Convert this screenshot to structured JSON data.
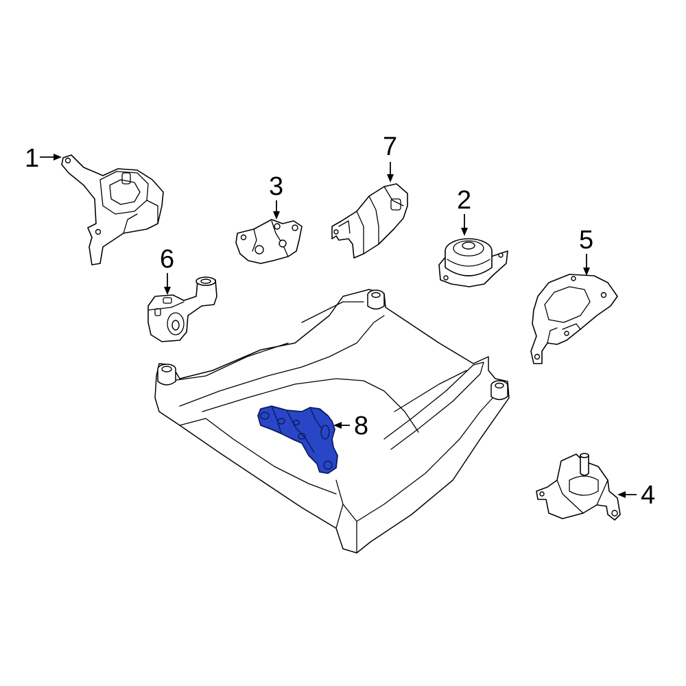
{
  "diagram": {
    "highlight_color": "#2946c7",
    "callouts": [
      {
        "id": "1",
        "label": "1"
      },
      {
        "id": "2",
        "label": "2"
      },
      {
        "id": "3",
        "label": "3"
      },
      {
        "id": "4",
        "label": "4"
      },
      {
        "id": "5",
        "label": "5"
      },
      {
        "id": "6",
        "label": "6"
      },
      {
        "id": "7",
        "label": "7"
      },
      {
        "id": "8",
        "label": "8"
      }
    ]
  }
}
